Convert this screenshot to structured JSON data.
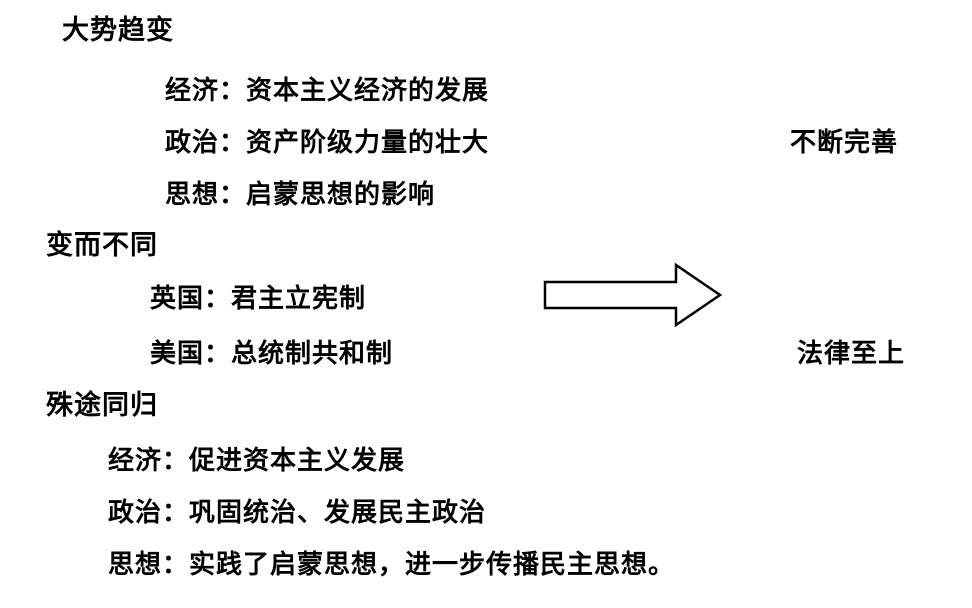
{
  "sections": {
    "trend": {
      "title": "大势趋变",
      "economy": "经济：资本主义经济的发展",
      "politics": "政治：资产阶级力量的壮大",
      "thought": "思想：启蒙思想的影响"
    },
    "difference": {
      "title": "变而不同",
      "britain": "英国：君主立宪制",
      "usa": "美国：总统制共和制"
    },
    "convergence": {
      "title": "殊途同归",
      "economy": "经济：促进资本主义发展",
      "politics": "政治：巩固统治、发展民主政治",
      "thought": "思想：实践了启蒙思想，进一步传播民主思想。"
    }
  },
  "results": {
    "improve": "不断完善",
    "law": "法律至上"
  },
  "icons": {
    "arrow": "right-arrow-icon"
  }
}
